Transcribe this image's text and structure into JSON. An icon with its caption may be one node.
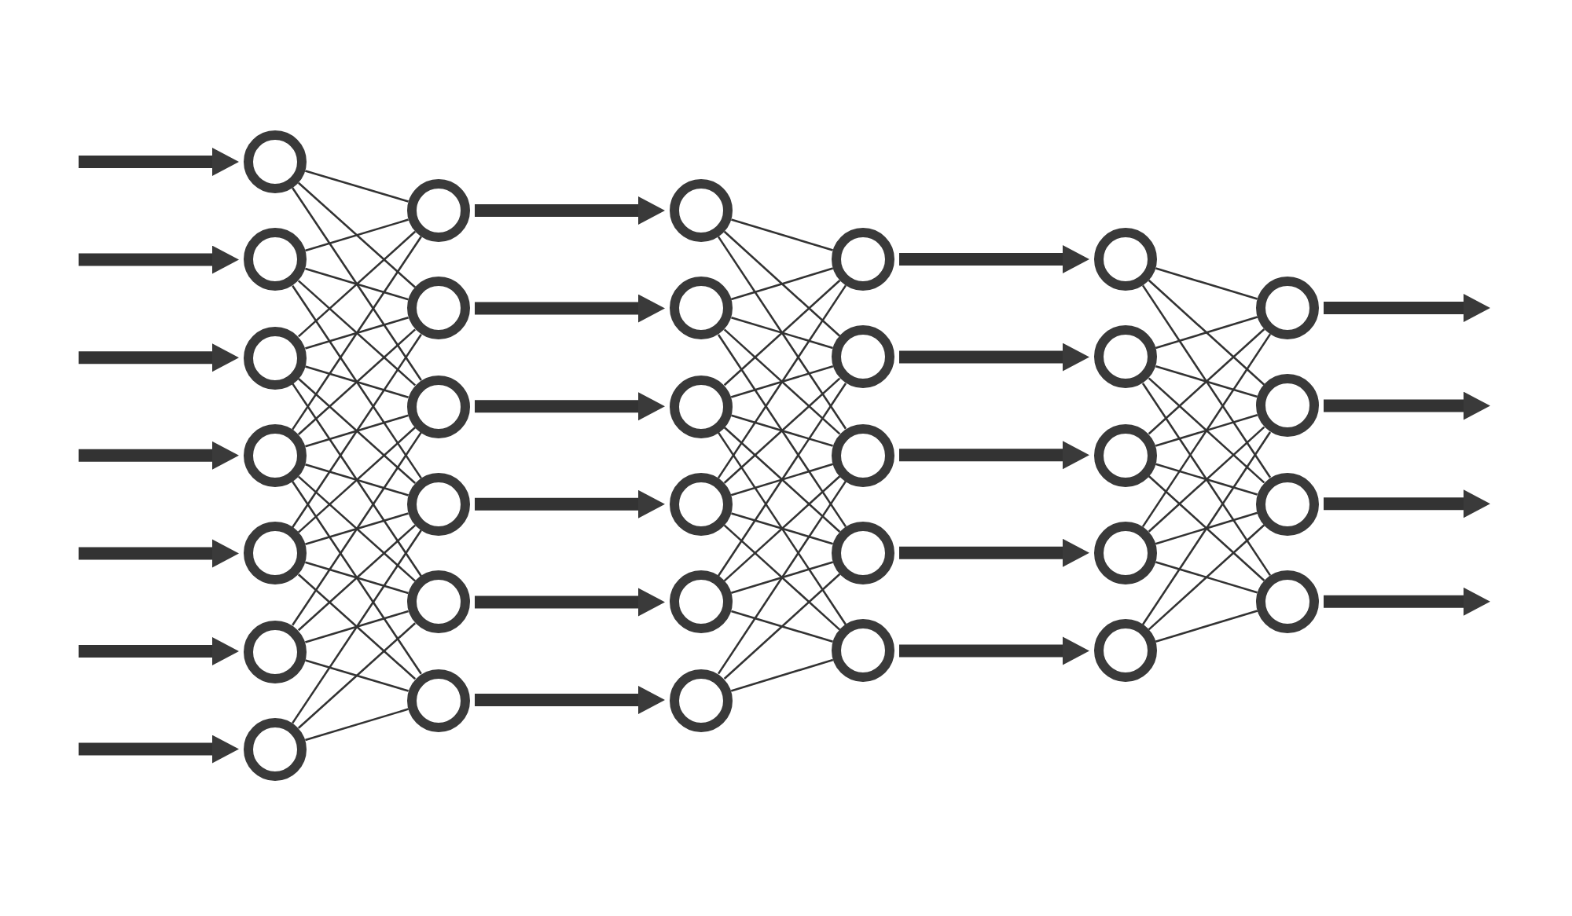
{
  "diagram": {
    "nodes": [
      {
        "text": [],
        "shape": "circle"
      },
      {
        "text": [],
        "shape": "circle"
      },
      {
        "text": [],
        "shape": "circle"
      },
      {
        "text": [],
        "shape": "circle"
      },
      {
        "text": [],
        "shape": "circle"
      },
      {
        "text": [],
        "shape": "circle"
      },
      {
        "text": [],
        "shape": "circle"
      },
      {
        "text": [],
        "shape": "circle"
      },
      {
        "text": [],
        "shape": "circle"
      },
      {
        "text": [],
        "shape": "circle"
      },
      {
        "text": [],
        "shape": "circle"
      },
      {
        "text": [],
        "shape": "circle"
      },
      {
        "text": [],
        "shape": "circle"
      },
      {
        "text": [],
        "shape": "circle"
      },
      {
        "text": [],
        "shape": "circle"
      },
      {
        "text": [],
        "shape": "circle"
      },
      {
        "text": [],
        "shape": "circle"
      },
      {
        "text": [],
        "shape": "circle"
      },
      {
        "text": [],
        "shape": "circle"
      },
      {
        "text": [],
        "shape": "circle"
      },
      {
        "text": [],
        "shape": "circle"
      },
      {
        "text": [],
        "shape": "circle"
      },
      {
        "text": [],
        "shape": "circle"
      },
      {
        "text": [],
        "shape": "circle"
      },
      {
        "text": [],
        "shape": "circle"
      },
      {
        "text": [],
        "shape": "circle"
      },
      {
        "text": [],
        "shape": "circle"
      },
      {
        "text": [],
        "shape": "circle"
      },
      {
        "text": [],
        "shape": "circle"
      },
      {
        "text": [],
        "shape": "circle"
      },
      {
        "text": [],
        "shape": "circle"
      },
      {
        "text": [],
        "shape": "circle"
      },
      {
        "text": [],
        "shape": "circle"
      }
    ],
    "edges": [
      {
        "from": null,
        "to": 0,
        "arrow": "to",
        "style": "thick"
      },
      {
        "from": null,
        "to": 1,
        "arrow": "to",
        "style": "thick"
      },
      {
        "from": null,
        "to": 2,
        "arrow": "to",
        "style": "thick"
      },
      {
        "from": null,
        "to": 3,
        "arrow": "to",
        "style": "thick"
      },
      {
        "from": null,
        "to": 4,
        "arrow": "to",
        "style": "thick"
      },
      {
        "from": null,
        "to": 5,
        "arrow": "to",
        "style": "thick"
      },
      {
        "from": null,
        "to": 6,
        "arrow": "to",
        "style": "thick"
      },
      {
        "from": 0,
        "to": 7,
        "arrow": "none"
      },
      {
        "from": 0,
        "to": 8,
        "arrow": "none"
      },
      {
        "from": 0,
        "to": 9,
        "arrow": "none"
      },
      {
        "from": 1,
        "to": 7,
        "arrow": "none"
      },
      {
        "from": 1,
        "to": 8,
        "arrow": "none"
      },
      {
        "from": 1,
        "to": 9,
        "arrow": "none"
      },
      {
        "from": 1,
        "to": 10,
        "arrow": "none"
      },
      {
        "from": 2,
        "to": 7,
        "arrow": "none"
      },
      {
        "from": 2,
        "to": 8,
        "arrow": "none"
      },
      {
        "from": 2,
        "to": 9,
        "arrow": "none"
      },
      {
        "from": 2,
        "to": 10,
        "arrow": "none"
      },
      {
        "from": 2,
        "to": 11,
        "arrow": "none"
      },
      {
        "from": 3,
        "to": 7,
        "arrow": "none"
      },
      {
        "from": 3,
        "to": 8,
        "arrow": "none"
      },
      {
        "from": 3,
        "to": 9,
        "arrow": "none"
      },
      {
        "from": 3,
        "to": 10,
        "arrow": "none"
      },
      {
        "from": 3,
        "to": 11,
        "arrow": "none"
      },
      {
        "from": 3,
        "to": 12,
        "arrow": "none"
      },
      {
        "from": 4,
        "to": 8,
        "arrow": "none"
      },
      {
        "from": 4,
        "to": 9,
        "arrow": "none"
      },
      {
        "from": 4,
        "to": 10,
        "arrow": "none"
      },
      {
        "from": 4,
        "to": 11,
        "arrow": "none"
      },
      {
        "from": 4,
        "to": 12,
        "arrow": "none"
      },
      {
        "from": 5,
        "to": 9,
        "arrow": "none"
      },
      {
        "from": 5,
        "to": 10,
        "arrow": "none"
      },
      {
        "from": 5,
        "to": 11,
        "arrow": "none"
      },
      {
        "from": 5,
        "to": 12,
        "arrow": "none"
      },
      {
        "from": 6,
        "to": 10,
        "arrow": "none"
      },
      {
        "from": 6,
        "to": 11,
        "arrow": "none"
      },
      {
        "from": 6,
        "to": 12,
        "arrow": "none"
      },
      {
        "from": 7,
        "to": 13,
        "arrow": "to",
        "style": "thick"
      },
      {
        "from": 8,
        "to": 14,
        "arrow": "to",
        "style": "thick"
      },
      {
        "from": 9,
        "to": 15,
        "arrow": "to",
        "style": "thick"
      },
      {
        "from": 10,
        "to": 16,
        "arrow": "to",
        "style": "thick"
      },
      {
        "from": 11,
        "to": 17,
        "arrow": "to",
        "style": "thick"
      },
      {
        "from": 12,
        "to": 18,
        "arrow": "to",
        "style": "thick"
      },
      {
        "from": 13,
        "to": 19,
        "arrow": "none"
      },
      {
        "from": 13,
        "to": 20,
        "arrow": "none"
      },
      {
        "from": 13,
        "to": 21,
        "arrow": "none"
      },
      {
        "from": 14,
        "to": 19,
        "arrow": "none"
      },
      {
        "from": 14,
        "to": 20,
        "arrow": "none"
      },
      {
        "from": 14,
        "to": 21,
        "arrow": "none"
      },
      {
        "from": 14,
        "to": 22,
        "arrow": "none"
      },
      {
        "from": 15,
        "to": 19,
        "arrow": "none"
      },
      {
        "from": 15,
        "to": 20,
        "arrow": "none"
      },
      {
        "from": 15,
        "to": 21,
        "arrow": "none"
      },
      {
        "from": 15,
        "to": 22,
        "arrow": "none"
      },
      {
        "from": 15,
        "to": 23,
        "arrow": "none"
      },
      {
        "from": 16,
        "to": 19,
        "arrow": "none"
      },
      {
        "from": 16,
        "to": 20,
        "arrow": "none"
      },
      {
        "from": 16,
        "to": 21,
        "arrow": "none"
      },
      {
        "from": 16,
        "to": 22,
        "arrow": "none"
      },
      {
        "from": 16,
        "to": 23,
        "arrow": "none"
      },
      {
        "from": 17,
        "to": 20,
        "arrow": "none"
      },
      {
        "from": 17,
        "to": 21,
        "arrow": "none"
      },
      {
        "from": 17,
        "to": 22,
        "arrow": "none"
      },
      {
        "from": 17,
        "to": 23,
        "arrow": "none"
      },
      {
        "from": 18,
        "to": 21,
        "arrow": "none"
      },
      {
        "from": 18,
        "to": 22,
        "arrow": "none"
      },
      {
        "from": 18,
        "to": 23,
        "arrow": "none"
      },
      {
        "from": 19,
        "to": 24,
        "arrow": "to",
        "style": "thick"
      },
      {
        "from": 20,
        "to": 25,
        "arrow": "to",
        "style": "thick"
      },
      {
        "from": 21,
        "to": 26,
        "arrow": "to",
        "style": "thick"
      },
      {
        "from": 22,
        "to": 27,
        "arrow": "to",
        "style": "thick"
      },
      {
        "from": 23,
        "to": 28,
        "arrow": "to",
        "style": "thick"
      },
      {
        "from": 24,
        "to": 29,
        "arrow": "none"
      },
      {
        "from": 24,
        "to": 30,
        "arrow": "none"
      },
      {
        "from": 24,
        "to": 31,
        "arrow": "none"
      },
      {
        "from": 25,
        "to": 29,
        "arrow": "none"
      },
      {
        "from": 25,
        "to": 30,
        "arrow": "none"
      },
      {
        "from": 25,
        "to": 31,
        "arrow": "none"
      },
      {
        "from": 25,
        "to": 32,
        "arrow": "none"
      },
      {
        "from": 26,
        "to": 29,
        "arrow": "none"
      },
      {
        "from": 26,
        "to": 30,
        "arrow": "none"
      },
      {
        "from": 26,
        "to": 31,
        "arrow": "none"
      },
      {
        "from": 26,
        "to": 32,
        "arrow": "none"
      },
      {
        "from": 27,
        "to": 29,
        "arrow": "none"
      },
      {
        "from": 27,
        "to": 30,
        "arrow": "none"
      },
      {
        "from": 27,
        "to": 31,
        "arrow": "none"
      },
      {
        "from": 27,
        "to": 32,
        "arrow": "none"
      },
      {
        "from": 28,
        "to": 30,
        "arrow": "none"
      },
      {
        "from": 28,
        "to": 31,
        "arrow": "none"
      },
      {
        "from": 28,
        "to": 32,
        "arrow": "none"
      },
      {
        "from": 29,
        "to": null,
        "arrow": "to",
        "style": "thick"
      },
      {
        "from": 30,
        "to": null,
        "arrow": "to",
        "style": "thick"
      },
      {
        "from": 31,
        "to": null,
        "arrow": "to",
        "style": "thick"
      },
      {
        "from": 32,
        "to": null,
        "arrow": "to",
        "style": "thick"
      }
    ]
  }
}
